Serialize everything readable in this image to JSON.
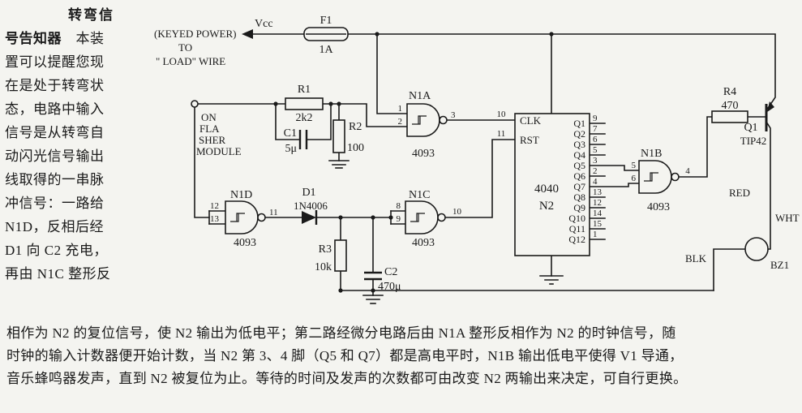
{
  "intro": {
    "title": "转弯信",
    "line2_bold": "号告知器",
    "line2_rest": "　本装",
    "lines": [
      "置可以提醒您现",
      "在是处于转弯状",
      "态，电路中输入",
      "信号是从转弯自",
      "动闪光信号输出",
      "线取得的一串脉",
      "冲信号：一路给",
      "N1D，反相后经",
      "D1 向 C2 充电，",
      "再由 N1C 整形反"
    ]
  },
  "footer": {
    "lines": [
      "相作为 N2 的复位信号，使 N2 输出为低电平；第二路经微分电路后由 N1A 整形反相作为 N2 的时钟信号，随",
      "时钟的输入计数器便开始计数，当 N2 第 3、4 脚（Q5 和 Q7）都是高电平时，N1B 输出低电平使得 V1 导通，",
      "音乐蜂鸣器发声，直到 N2 被复位为止。等待的时间及发声的次数都可由改变 N2 两输出来决定，可自行更换。"
    ]
  },
  "schematic": {
    "power": {
      "keyed": "(KEYED POWER)",
      "to": "TO",
      "load": "\" LOAD\" WIRE",
      "vcc": "Vcc",
      "fuse": "F1",
      "fuse_value": "1A"
    },
    "flasher": {
      "l1": "ON",
      "l2": "FLA",
      "l3": "SHER",
      "l4": "MODULE"
    },
    "r1": {
      "label": "R1",
      "value": "2k2"
    },
    "c1": {
      "label": "C1",
      "value": "5μ"
    },
    "r2": {
      "label": "R2",
      "value": "100"
    },
    "r3": {
      "label": "R3",
      "value": "10k"
    },
    "c2": {
      "label": "C2",
      "value": "470μ"
    },
    "r4": {
      "label": "R4",
      "value": "470"
    },
    "d1": {
      "label": "D1",
      "value": "1N4006"
    },
    "q1": {
      "label": "Q1",
      "value": "TIP42"
    },
    "n1a": {
      "label": "N1A",
      "part": "4093",
      "in1": "1",
      "in2": "2",
      "out": "3"
    },
    "n1b": {
      "label": "N1B",
      "part": "4093",
      "in1": "5",
      "in2": "6",
      "out": "4"
    },
    "n1c": {
      "label": "N1C",
      "part": "4093",
      "in1": "8",
      "in2": "9",
      "out": "10"
    },
    "n1d": {
      "label": "N1D",
      "part": "4093",
      "in1": "12",
      "in2": "13",
      "out": "11"
    },
    "counter": {
      "clk": "CLK",
      "rst": "RST",
      "clk_pin": "10",
      "rst_pin": "11",
      "part": "4040",
      "name": "N2",
      "outputs": [
        {
          "q": "Q1",
          "pin": "9"
        },
        {
          "q": "Q2",
          "pin": "7"
        },
        {
          "q": "Q3",
          "pin": "6"
        },
        {
          "q": "Q4",
          "pin": "5"
        },
        {
          "q": "Q5",
          "pin": "3"
        },
        {
          "q": "Q6",
          "pin": "2"
        },
        {
          "q": "Q7",
          "pin": "4"
        },
        {
          "q": "Q8",
          "pin": "13"
        },
        {
          "q": "Q9",
          "pin": "12"
        },
        {
          "q": "Q10",
          "pin": "14"
        },
        {
          "q": "Q11",
          "pin": "15"
        },
        {
          "q": "Q12",
          "pin": "1"
        }
      ]
    },
    "buzzer": {
      "label": "BZ1",
      "red": "RED",
      "wht": "WHT",
      "blk": "BLK"
    }
  }
}
